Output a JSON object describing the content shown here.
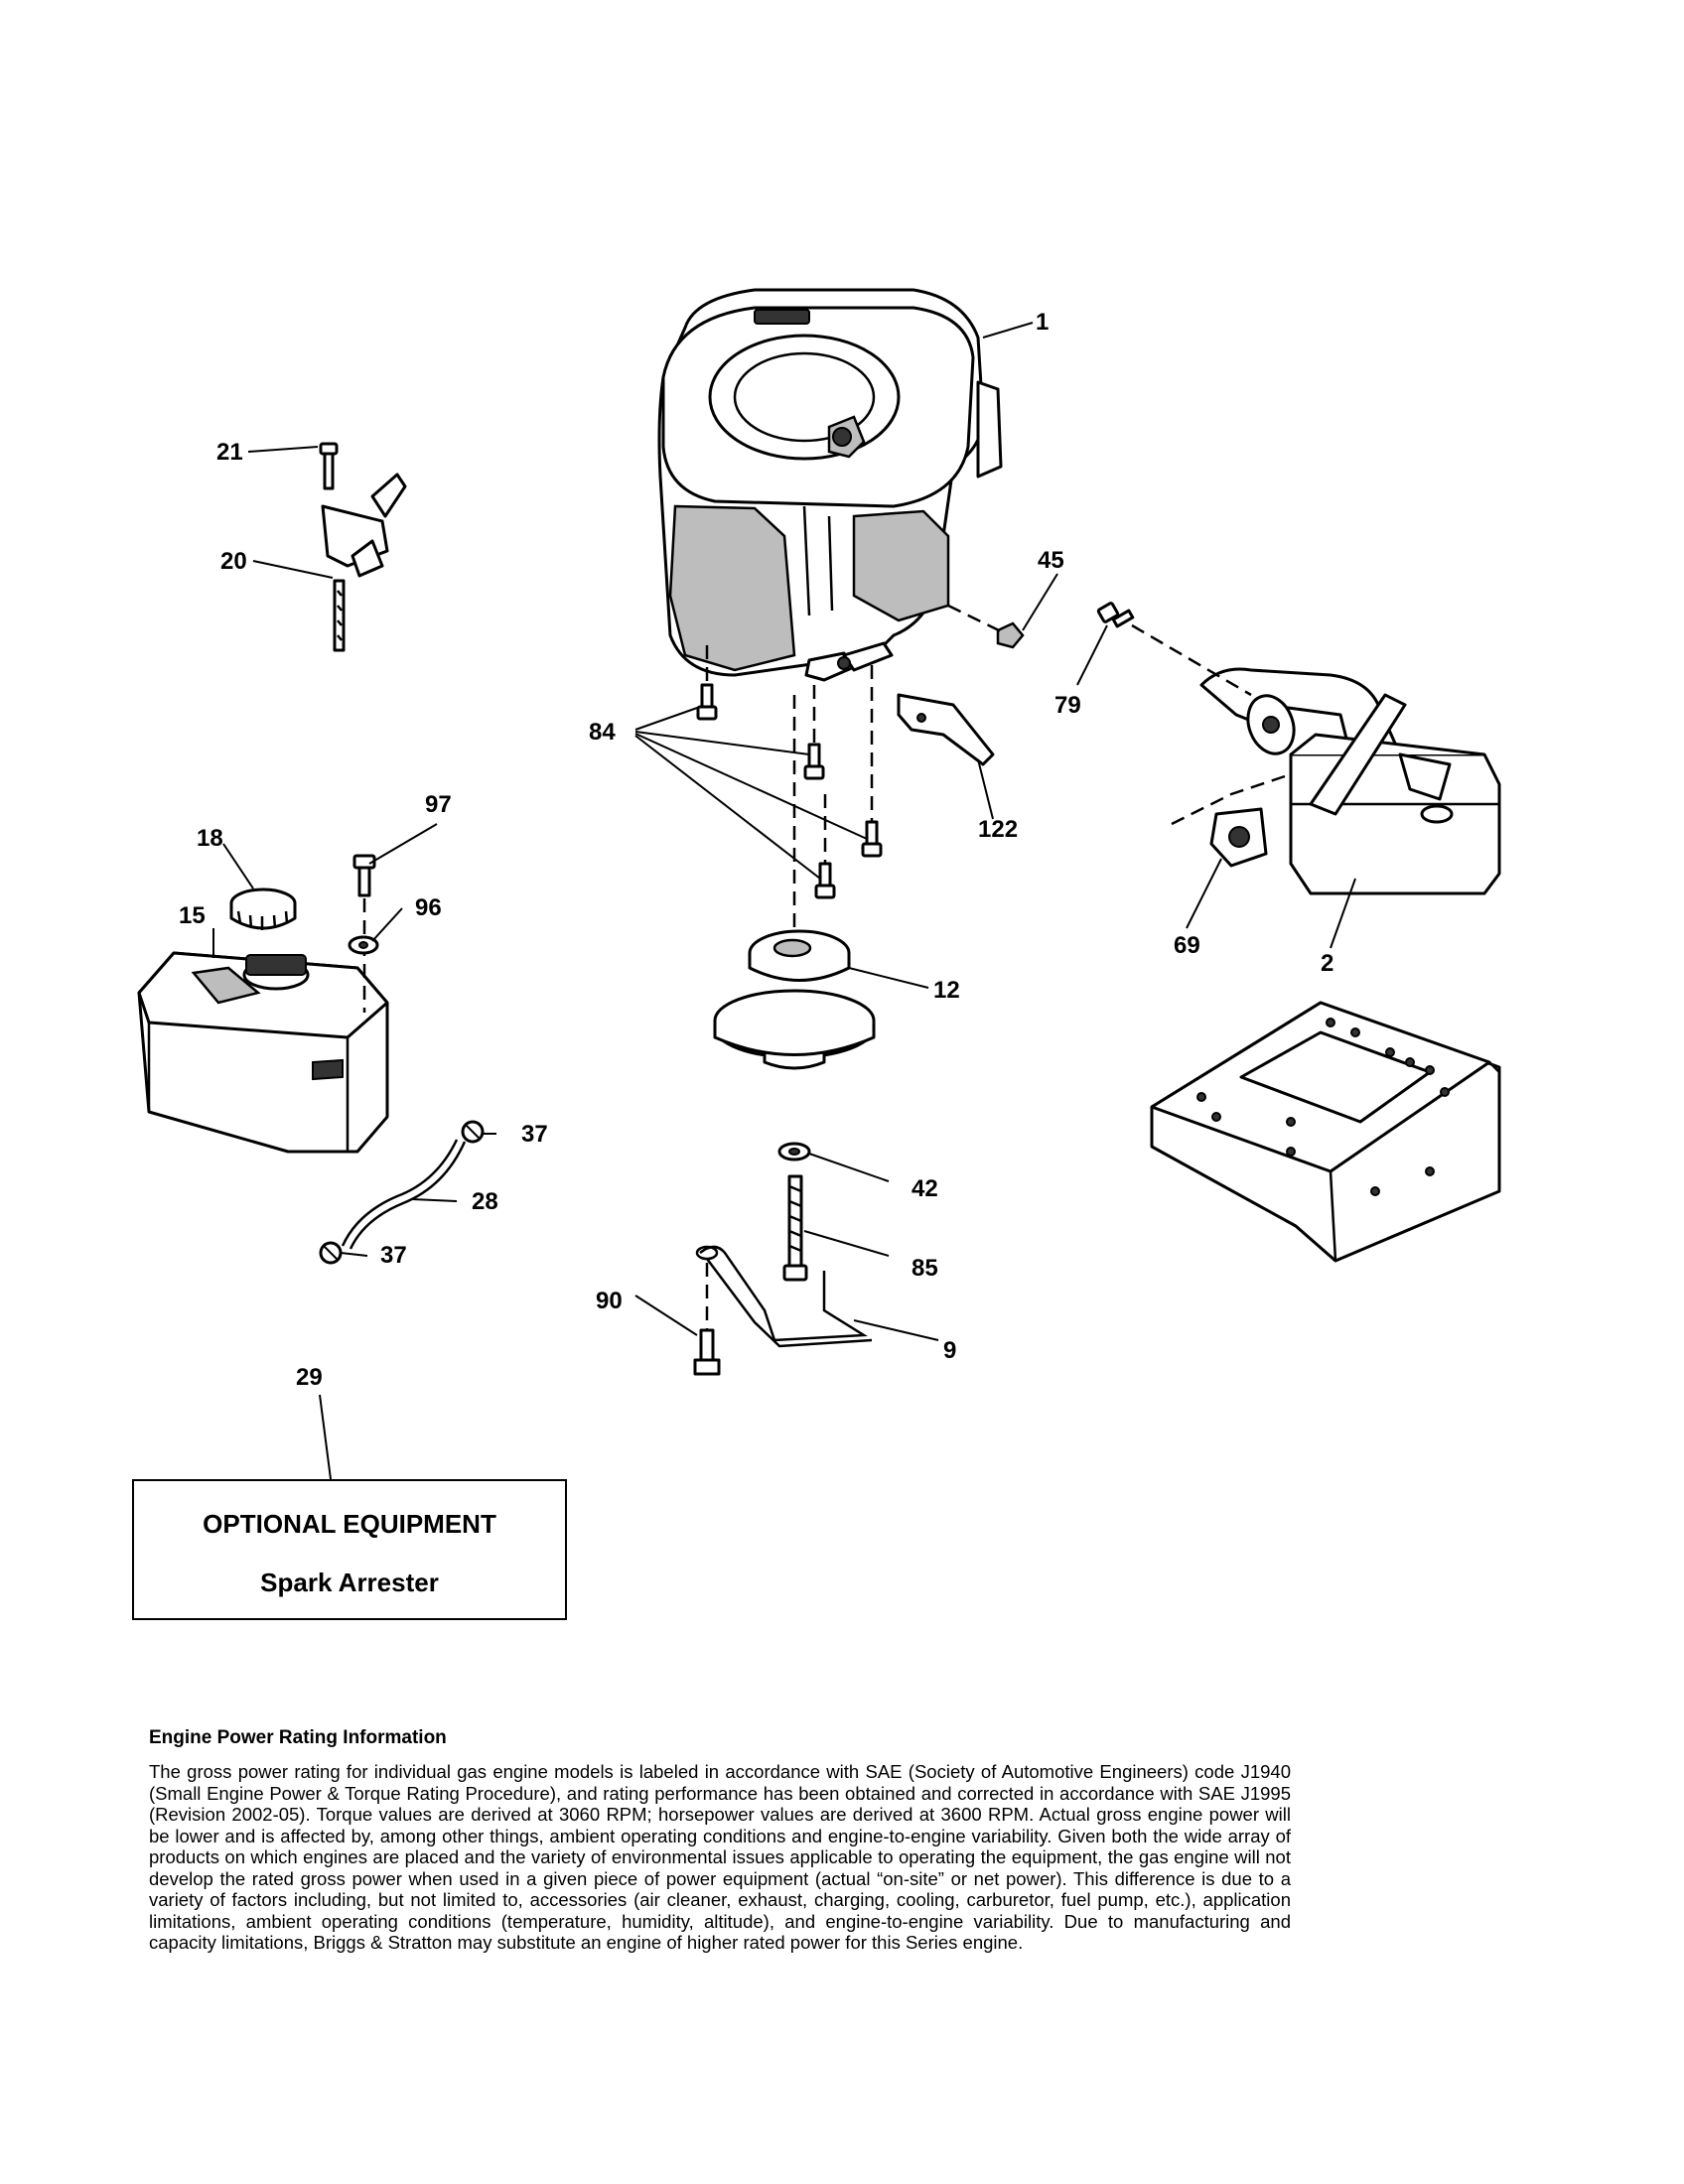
{
  "callouts": {
    "c1": "1",
    "c2": "2",
    "c9": "9",
    "c12": "12",
    "c15": "15",
    "c18": "18",
    "c20": "20",
    "c21": "21",
    "c28": "28",
    "c29": "29",
    "c37a": "37",
    "c37b": "37",
    "c42": "42",
    "c45": "45",
    "c69": "69",
    "c79": "79",
    "c84": "84",
    "c85": "85",
    "c90": "90",
    "c96": "96",
    "c97": "97",
    "c122": "122"
  },
  "optional_equipment": {
    "title": "OPTIONAL EQUIPMENT",
    "item": "Spark Arrester"
  },
  "engine_info": {
    "heading": "Engine Power Rating Information",
    "body": "The gross power rating for individual gas engine models is labeled in accordance with SAE (Society of Automotive Engineers) code J1940 (Small Engine Power & Torque Rating Procedure), and rating performance has been obtained and corrected in accordance with SAE J1995 (Revision 2002-05). Torque values are derived at 3060 RPM; horsepower values are derived at 3600 RPM. Actual gross engine power will be lower and is affected by, among other things, ambient operating conditions and engine-to-engine variability. Given both the wide array of products on which engines are placed and the variety of environmental issues applicable to operating the equipment, the gas engine will not develop the rated gross power when used in a given piece of power equipment (actual “on-site” or net power). This difference is due to a variety of factors including, but not limited to, accessories (air cleaner, exhaust, charging, cooling, carburetor, fuel pump, etc.), application limitations, ambient operating conditions (temperature, humidity, altitude), and engine-to-engine variability. Due to manufacturing and capacity limitations, Briggs & Stratton may substitute an engine of higher rated power for this Series engine."
  }
}
